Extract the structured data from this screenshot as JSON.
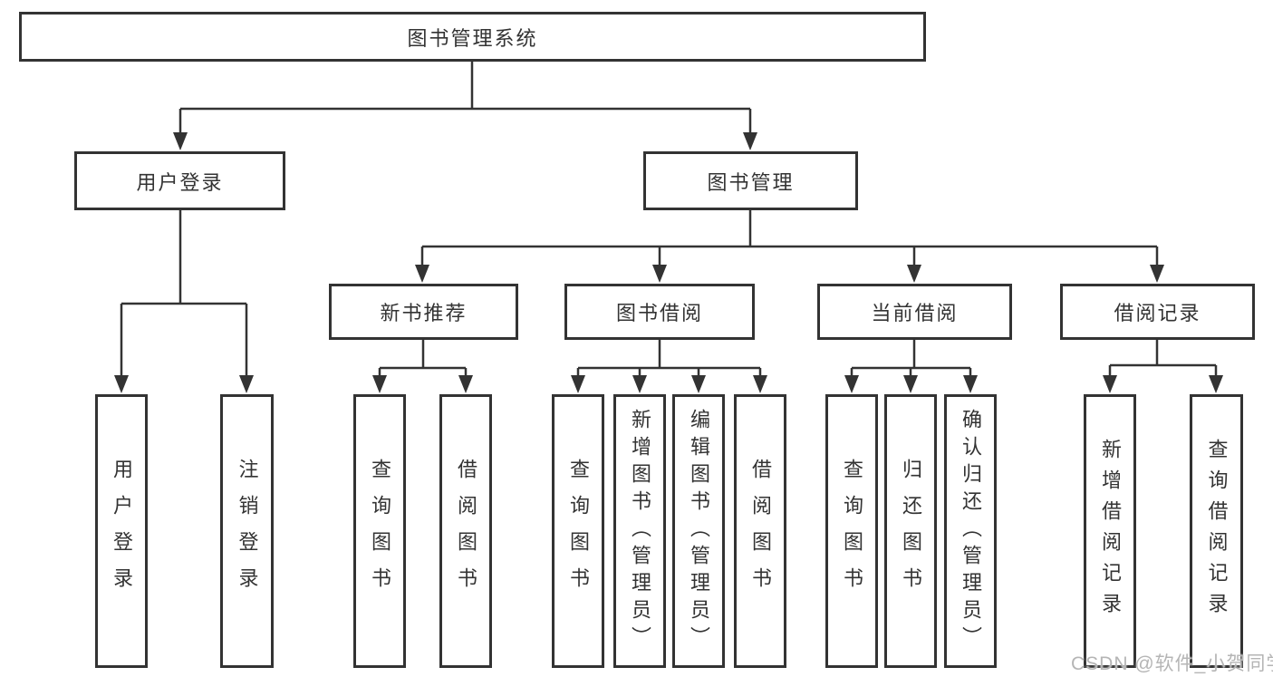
{
  "diagram": {
    "root": {
      "label": "图书管理系统"
    },
    "branches": [
      {
        "label": "用户登录",
        "children": [
          {
            "label": "用户登录"
          },
          {
            "label": "注销登录"
          }
        ]
      },
      {
        "label": "图书管理",
        "children": [
          {
            "label": "新书推荐",
            "children": [
              {
                "label": "查询图书"
              },
              {
                "label": "借阅图书"
              }
            ]
          },
          {
            "label": "图书借阅",
            "children": [
              {
                "label": "查询图书"
              },
              {
                "label": "新增图书（管理员）"
              },
              {
                "label": "编辑图书（管理员）"
              },
              {
                "label": "借阅图书"
              }
            ]
          },
          {
            "label": "当前借阅",
            "children": [
              {
                "label": "查询图书"
              },
              {
                "label": "归还图书"
              },
              {
                "label": "确认归还（管理员）"
              }
            ]
          },
          {
            "label": "借阅记录",
            "children": [
              {
                "label": "新增借阅记录"
              },
              {
                "label": "查询借阅记录"
              }
            ]
          }
        ]
      }
    ]
  },
  "watermark": {
    "text": "CSDN @软件_小贺同学"
  },
  "colors": {
    "line": "#333333",
    "text": "#333333",
    "box_background": "#ffffff",
    "page_background": "#ffffff",
    "watermark": "#b5b5b5"
  }
}
